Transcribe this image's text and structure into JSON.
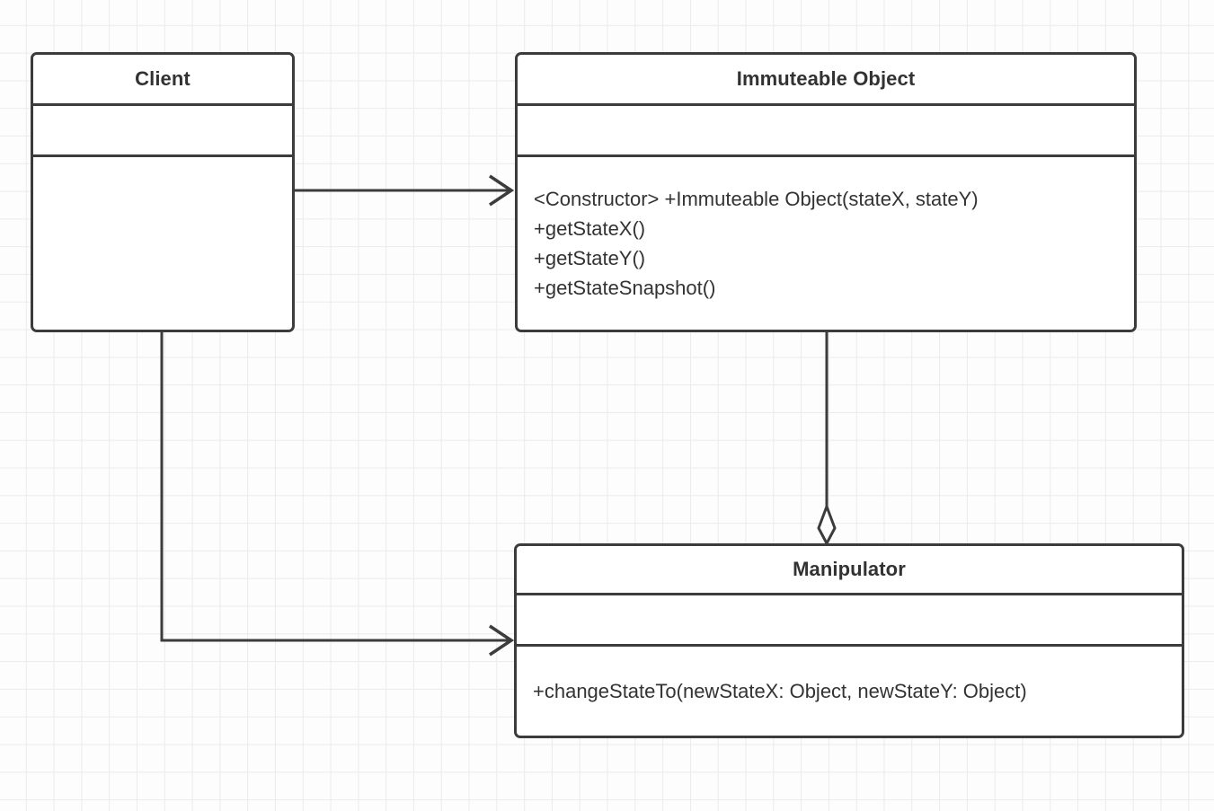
{
  "diagram": {
    "type": "uml-class-diagram",
    "title": "Immutable Object pattern class diagram",
    "background": "#fdfdfd",
    "grid_color": "#ebebeb",
    "stroke_color": "#3c3c3c",
    "text_color": "#333333"
  },
  "classes": [
    {
      "id": "client",
      "name": "Client",
      "attributes": [],
      "methods": []
    },
    {
      "id": "immuteable_object",
      "name": "Immuteable Object",
      "attributes": [],
      "methods": [
        "<Constructor> +Immuteable Object(stateX, stateY)",
        "+getStateX()",
        "+getStateY()",
        "+getStateSnapshot()"
      ]
    },
    {
      "id": "manipulator",
      "name": "Manipulator",
      "attributes": [],
      "methods": [
        "+changeStateTo(newStateX: Object, newStateY: Object)"
      ]
    }
  ],
  "relationships": [
    {
      "id": "client-to-immuteable",
      "from": "client",
      "to": "immuteable_object",
      "kind": "association",
      "arrow": "open-arrow",
      "label": ""
    },
    {
      "id": "client-to-manipulator",
      "from": "client",
      "to": "manipulator",
      "kind": "association",
      "arrow": "open-arrow",
      "label": ""
    },
    {
      "id": "immuteable-to-manipulator",
      "from": "immuteable_object",
      "to": "manipulator",
      "kind": "aggregation",
      "arrow": "hollow-diamond",
      "label": ""
    }
  ]
}
